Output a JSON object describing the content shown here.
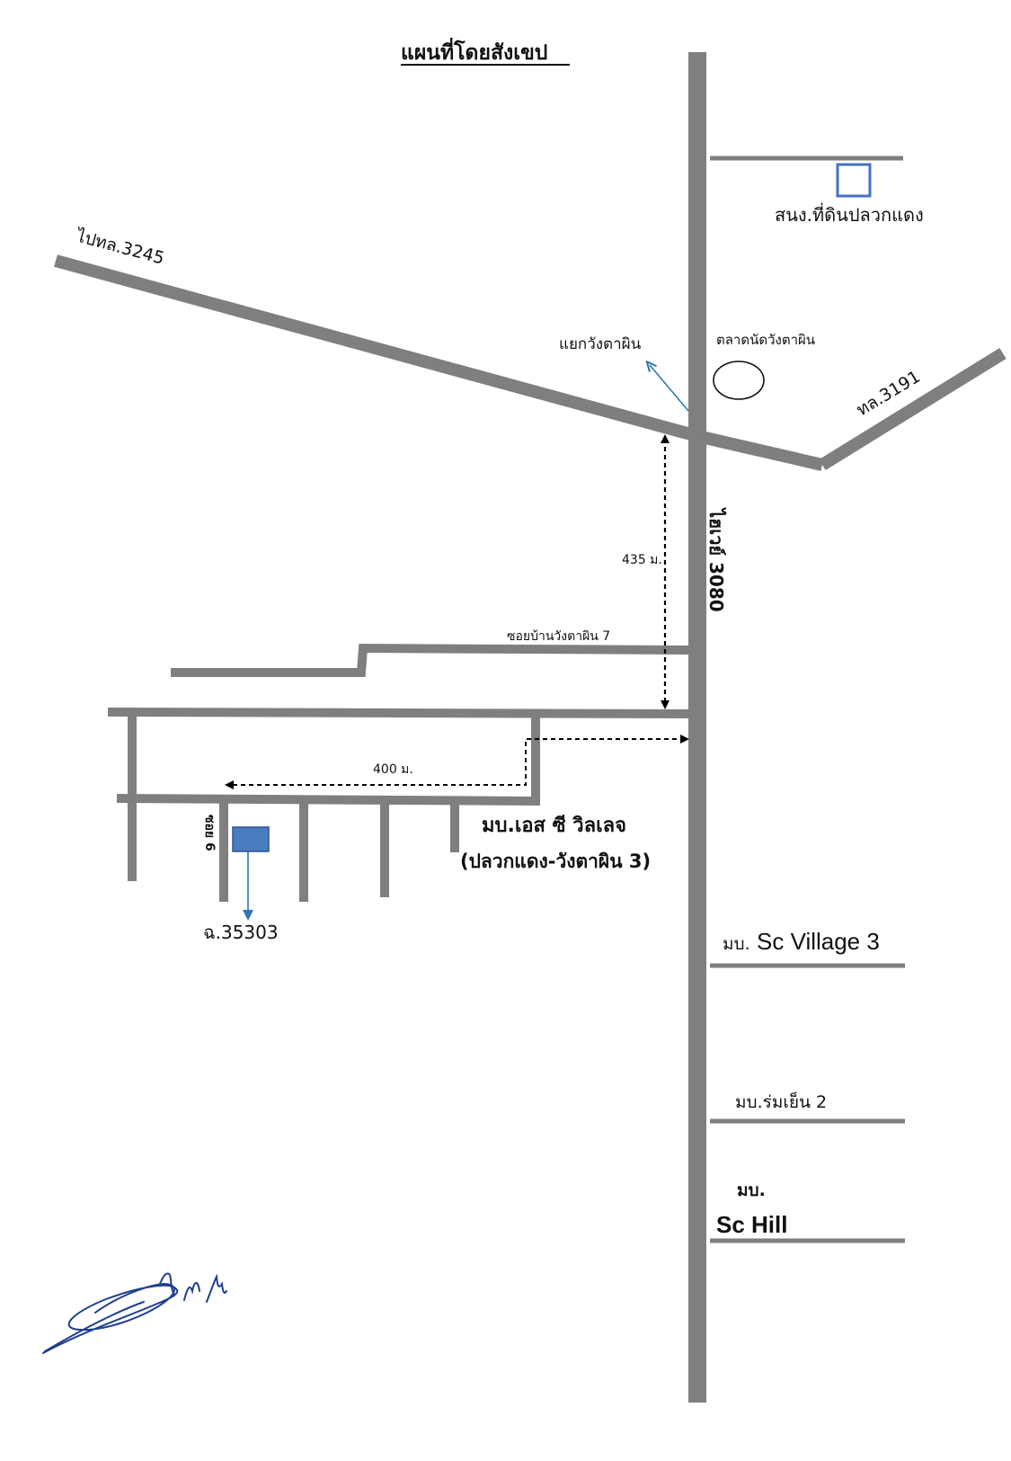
{
  "title": "แผนที่โดยสังเขป",
  "colors": {
    "road": "#7f7f7f",
    "landmark_blue": "#4472c4",
    "building_fill": "#4a7cc0",
    "building_stroke": "#2f528f",
    "arrow_blue": "#2e75b6",
    "text": "#111111",
    "signature": "#1f3f8f"
  },
  "roads": {
    "highway": "ไฮเวย์ 3080",
    "to_3245": "ไปทล.3245",
    "road_3191": "ทล.3191",
    "soi_7": "ซอยบ้านวังตาผิน 7",
    "soi_6": "ซอย 6"
  },
  "landmarks": {
    "land_office": "สนง.ที่ดินปลวกแดง",
    "market": "ตลาดนัดวังตาผิน",
    "intersection": "แยกวังตาผิน"
  },
  "distances": {
    "d1": "435 ม.",
    "d2": "400 ม."
  },
  "village": {
    "name": "มบ.เอส ซี วิลเลจ",
    "sub": "(ปลวกแดง-วังตาผิน 3)"
  },
  "plot": {
    "deed": "ฉ.35303"
  },
  "side_villages": {
    "v1_prefix": "มบ.",
    "v1_name": "Sc Village 3",
    "v2": "มบ.ร่มเย็น 2",
    "v3_prefix": "มบ.",
    "v3_name": "Sc Hill"
  },
  "icons": {
    "land_office": "square-outline-icon",
    "market": "circle-outline-icon",
    "plot": "rectangle-marker-icon",
    "signature": "signature-image"
  }
}
